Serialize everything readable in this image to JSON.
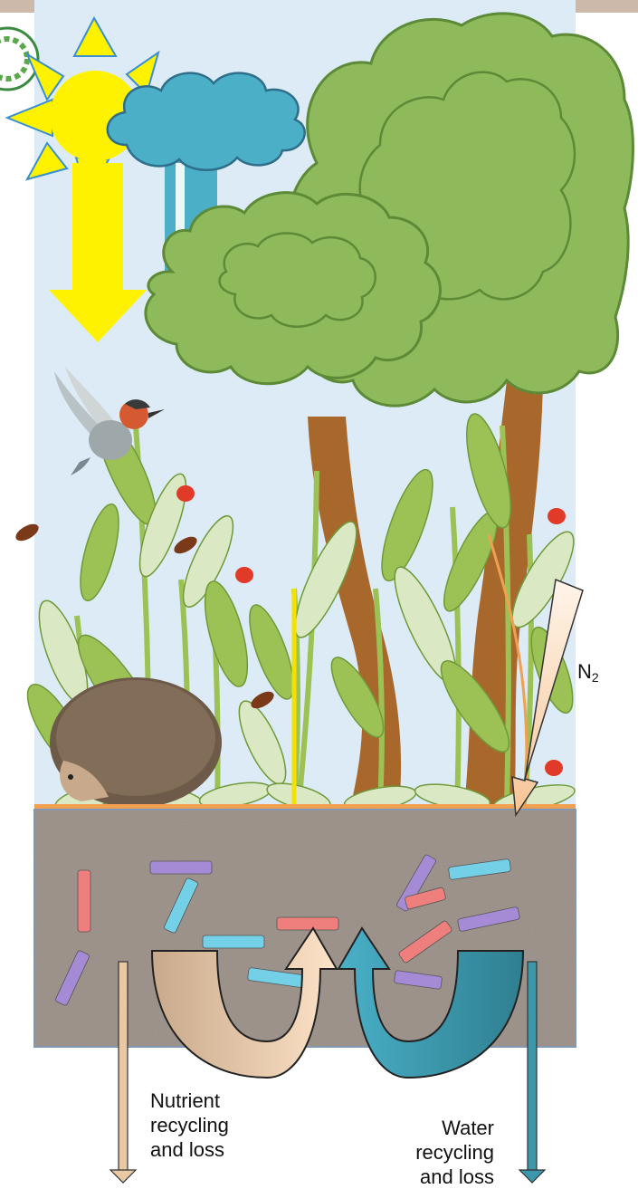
{
  "labels": {
    "nutrient": [
      "Nutrient",
      "recycling",
      "and loss"
    ],
    "water": [
      "Water",
      "recycling",
      "and loss"
    ],
    "n2": {
      "main": "N",
      "sub": "2"
    }
  },
  "colors": {
    "sky": "#dcebf5",
    "soil": "#9a8f86",
    "soil_border": "#7d97b8",
    "ground_line": "#f0a050",
    "sun": "#fff200",
    "sun_ray_stroke": "#3a8fd0",
    "cloud": "#4bafc8",
    "cloud_stroke": "#2e6e8a",
    "canopy": "#8fba5c",
    "canopy_stroke": "#5c8a36",
    "trunk": "#a8682c",
    "grass_dark": "#9cc255",
    "grass_light": "#dbe8c4",
    "nutrient_arrow": "#e9c8a4",
    "water_arrow": "#3c97ab",
    "n2_arrow": "#fcd9b6",
    "microbe_red": "#ef7f7c",
    "microbe_cyan": "#74d0e6",
    "microbe_purple": "#a58ad6"
  },
  "icons": [
    "sun-icon",
    "cloud-icon",
    "tree-icon",
    "hummingbird-icon",
    "hedgehog-icon",
    "ladybug-icon",
    "beetle-icon",
    "grass-icon",
    "microbe-icon",
    "recycling-arrow-icon",
    "logo-icon"
  ]
}
